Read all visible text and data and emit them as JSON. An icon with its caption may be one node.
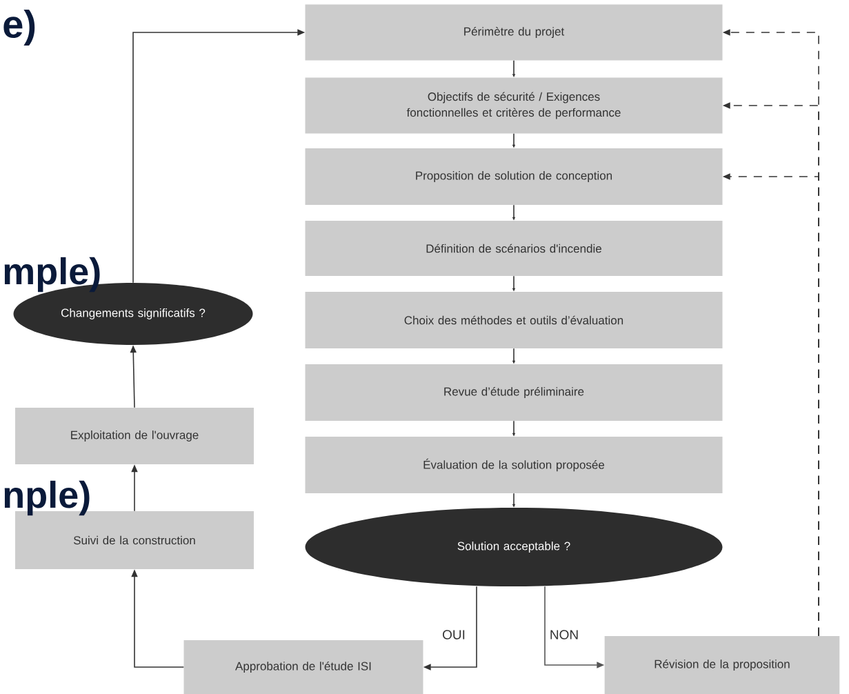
{
  "diagram": {
    "nodes": [
      {
        "text": [
          "Périmètre du projet"
        ]
      },
      {
        "text": [
          "Objectifs de sécurité / Exigences fonctionnelles et critères de performance"
        ]
      },
      {
        "text": [
          "Proposition de solution de conception"
        ]
      },
      {
        "text": [
          "Définition de scénarios d'incendie"
        ]
      },
      {
        "text": [
          "Choix des méthodes et outils d’évaluation"
        ]
      },
      {
        "text": [
          "Revue d’étude préliminaire"
        ]
      },
      {
        "text": [
          "Évaluation de la solution proposée"
        ]
      },
      {
        "text": [
          "Solution acceptable ?"
        ]
      },
      {
        "text": [
          "Approbation de l'étude ISI"
        ]
      },
      {
        "text": [
          "Révision de la proposition"
        ]
      },
      {
        "text": [
          "Suivi de la construction"
        ]
      },
      {
        "text": [
          "Exploitation de l'ouvrage"
        ]
      },
      {
        "text": [
          "Changements significatifs ?"
        ]
      }
    ],
    "edges": [
      {
        "from": 0,
        "to": 1,
        "arrow": "to"
      },
      {
        "from": 1,
        "to": 2,
        "arrow": "to"
      },
      {
        "from": 2,
        "to": 3,
        "arrow": "to"
      },
      {
        "from": 3,
        "to": 4,
        "arrow": "to"
      },
      {
        "from": 4,
        "to": 5,
        "arrow": "to"
      },
      {
        "from": 5,
        "to": 6,
        "arrow": "to"
      },
      {
        "from": 6,
        "to": 7,
        "arrow": "to"
      },
      {
        "from": 7,
        "to": 8,
        "arrow": "to",
        "label": "OUI"
      },
      {
        "from": 7,
        "to": 9,
        "arrow": "to",
        "label": "NON",
        "color": "#555555"
      },
      {
        "from": 8,
        "to": 10,
        "arrow": "to"
      },
      {
        "from": 10,
        "to": 11,
        "arrow": "to"
      },
      {
        "from": 11,
        "to": 12,
        "arrow": "to"
      },
      {
        "from": 12,
        "to": 0,
        "arrow": "to"
      },
      {
        "from": 9,
        "to": 0,
        "arrow": "to",
        "style": "dashed"
      },
      {
        "from": 9,
        "to": 1,
        "arrow": "to",
        "style": "dashed"
      },
      {
        "from": 9,
        "to": 2,
        "arrow": "to",
        "style": "dashed"
      }
    ],
    "labels": [
      "e)",
      "mple)",
      "nple)"
    ]
  }
}
